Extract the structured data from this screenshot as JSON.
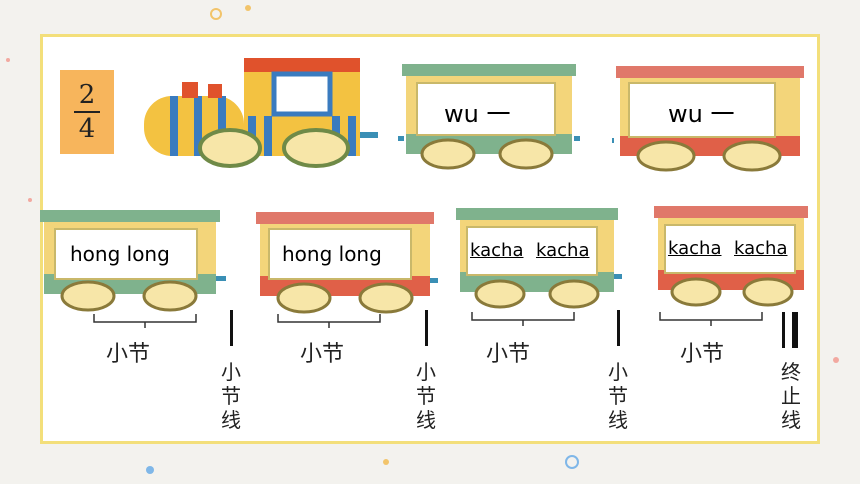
{
  "time_signature": {
    "numerator": "2",
    "denominator": "4"
  },
  "row1": [
    {
      "text": "wu 一"
    },
    {
      "text": "wu 一"
    }
  ],
  "row2": [
    {
      "text": "hong long",
      "underline": false
    },
    {
      "text": "hong long",
      "underline": false
    },
    {
      "a": "kacha",
      "b": "kacha",
      "underline": true
    },
    {
      "a": "kacha",
      "b": "kacha",
      "underline": true
    }
  ],
  "labels": {
    "measure": "小节",
    "barline": [
      "小",
      "节",
      "线"
    ],
    "final_barline": [
      "终",
      "止",
      "线"
    ]
  }
}
